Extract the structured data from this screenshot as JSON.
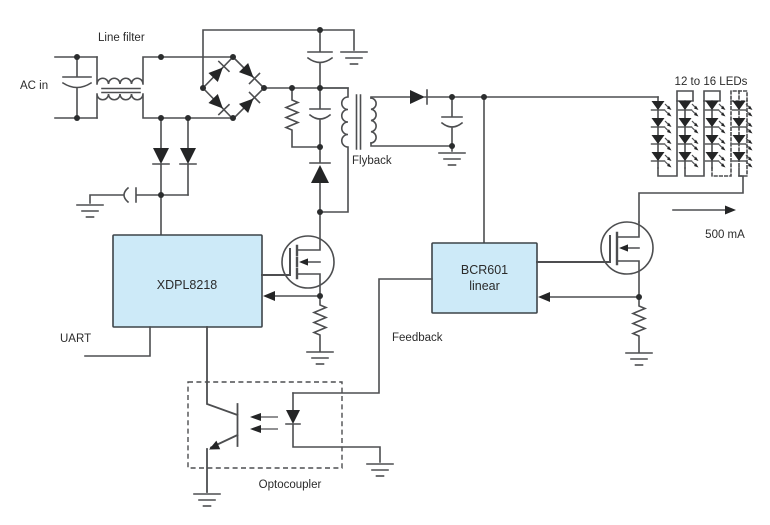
{
  "labels": {
    "ac_in": "AC in",
    "line_filter": "Line filter",
    "flyback": "Flyback",
    "led_count": "12 to 16 LEDs",
    "output_current": "500 mA",
    "uart": "UART",
    "feedback": "Feedback",
    "optocoupler": "Optocoupler"
  },
  "chips": {
    "controller": {
      "label": "XDPL8218"
    },
    "linear": {
      "label": "BCR601",
      "sublabel": "linear"
    }
  },
  "colors": {
    "chip_fill": "#cdeaf8",
    "chip_border": "#3d4449",
    "wire": "#4d4e50",
    "component_fill": "#242526"
  }
}
